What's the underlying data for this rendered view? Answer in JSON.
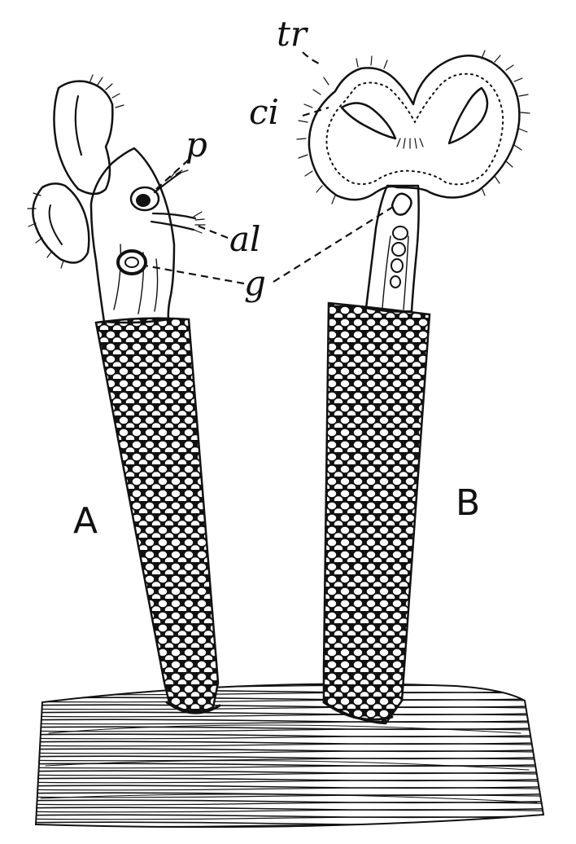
{
  "labels": {
    "tr": "tr",
    "ci": "ci",
    "p": "p",
    "al": "al",
    "g": "g",
    "A": "A",
    "B": "B"
  },
  "colors": {
    "ink": "#111111",
    "paper": "#ffffff"
  }
}
